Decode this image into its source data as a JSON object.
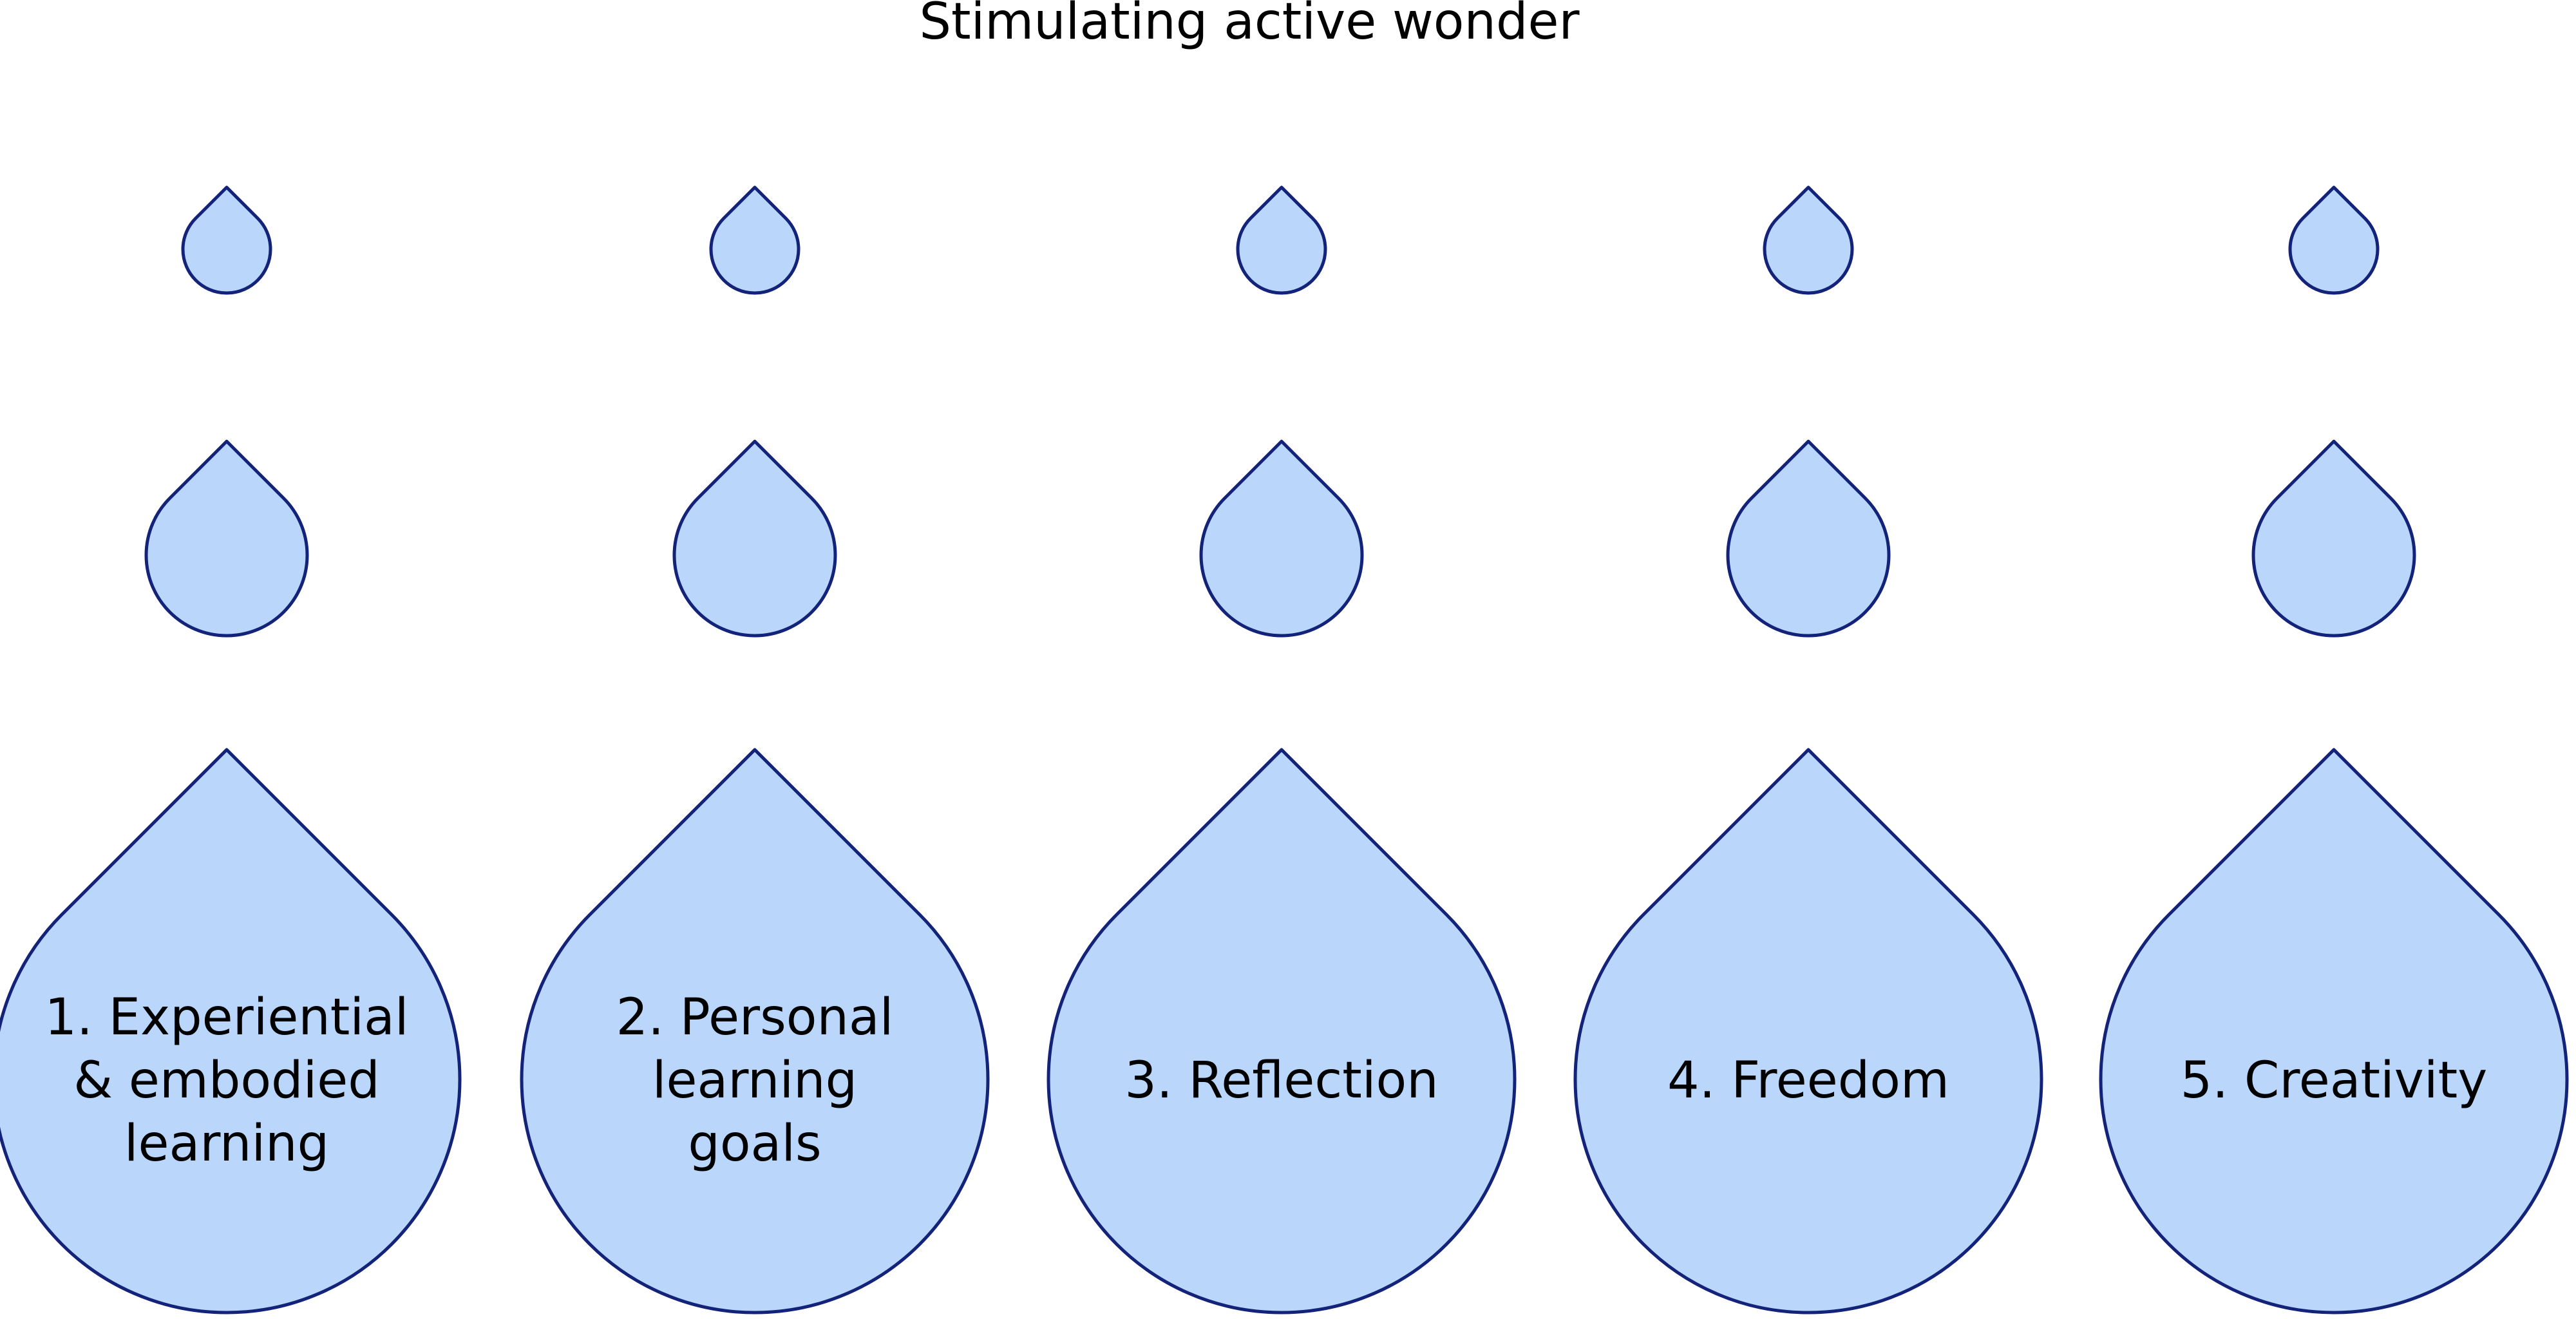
{
  "title": "Stimulating active wonder",
  "colors": {
    "drop_fill": "#bad6fb",
    "drop_stroke": "#13237a",
    "text": "#000000"
  },
  "columns": [
    {
      "label_lines": [
        "1. Experiential",
        "& embodied",
        "learning"
      ]
    },
    {
      "label_lines": [
        "2. Personal",
        "learning",
        "goals"
      ]
    },
    {
      "label_lines": [
        "3. Reflection"
      ]
    },
    {
      "label_lines": [
        "4. Freedom"
      ]
    },
    {
      "label_lines": [
        "5. Creativity"
      ]
    }
  ]
}
